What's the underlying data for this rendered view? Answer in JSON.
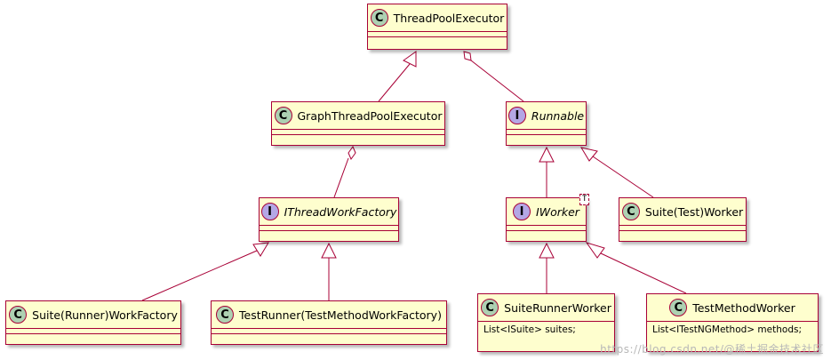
{
  "colors": {
    "fill": "#fefece",
    "border": "#a80036",
    "class_circle": "#add1b2",
    "interface_circle": "#b4a7e5"
  },
  "nodes": {
    "thread_pool_executor": {
      "kind": "class",
      "stereo": "C",
      "name": "ThreadPoolExecutor"
    },
    "graph_thread_pool_executor": {
      "kind": "class",
      "stereo": "C",
      "name": "GraphThreadPoolExecutor"
    },
    "runnable": {
      "kind": "interface",
      "stereo": "I",
      "name": "Runnable"
    },
    "ithread_work_factory": {
      "kind": "interface",
      "stereo": "I",
      "name": "IThreadWorkFactory"
    },
    "iworker": {
      "kind": "interface",
      "stereo": "I",
      "name": "IWorker",
      "template": "T"
    },
    "suite_test_worker": {
      "kind": "class",
      "stereo": "C",
      "name": "Suite(Test)Worker"
    },
    "suite_runner_work_factory": {
      "kind": "class",
      "stereo": "C",
      "name": "Suite(Runner)WorkFactory"
    },
    "test_runner_factory": {
      "kind": "class",
      "stereo": "C",
      "name": "TestRunner(TestMethodWorkFactory)"
    },
    "suite_runner_worker": {
      "kind": "class",
      "stereo": "C",
      "name": "SuiteRunnerWorker",
      "attribute": "List<ISuite> suites;"
    },
    "test_method_worker": {
      "kind": "class",
      "stereo": "C",
      "name": "TestMethodWorker",
      "attribute": "List<ITestNGMethod> methods;"
    }
  },
  "relations": [
    {
      "from": "graph_thread_pool_executor",
      "to": "thread_pool_executor",
      "type": "extends"
    },
    {
      "from": "thread_pool_executor",
      "to": "runnable",
      "type": "aggregation"
    },
    {
      "from": "graph_thread_pool_executor",
      "to": "ithread_work_factory",
      "type": "aggregation"
    },
    {
      "from": "iworker",
      "to": "runnable",
      "type": "extends"
    },
    {
      "from": "suite_test_worker",
      "to": "runnable",
      "type": "implements"
    },
    {
      "from": "suite_runner_work_factory",
      "to": "ithread_work_factory",
      "type": "implements"
    },
    {
      "from": "test_runner_factory",
      "to": "ithread_work_factory",
      "type": "implements"
    },
    {
      "from": "suite_runner_worker",
      "to": "iworker",
      "type": "implements"
    },
    {
      "from": "test_method_worker",
      "to": "iworker",
      "type": "implements"
    }
  ],
  "watermark": "https://blog.csdn.net/@稀土掘金技术社区"
}
